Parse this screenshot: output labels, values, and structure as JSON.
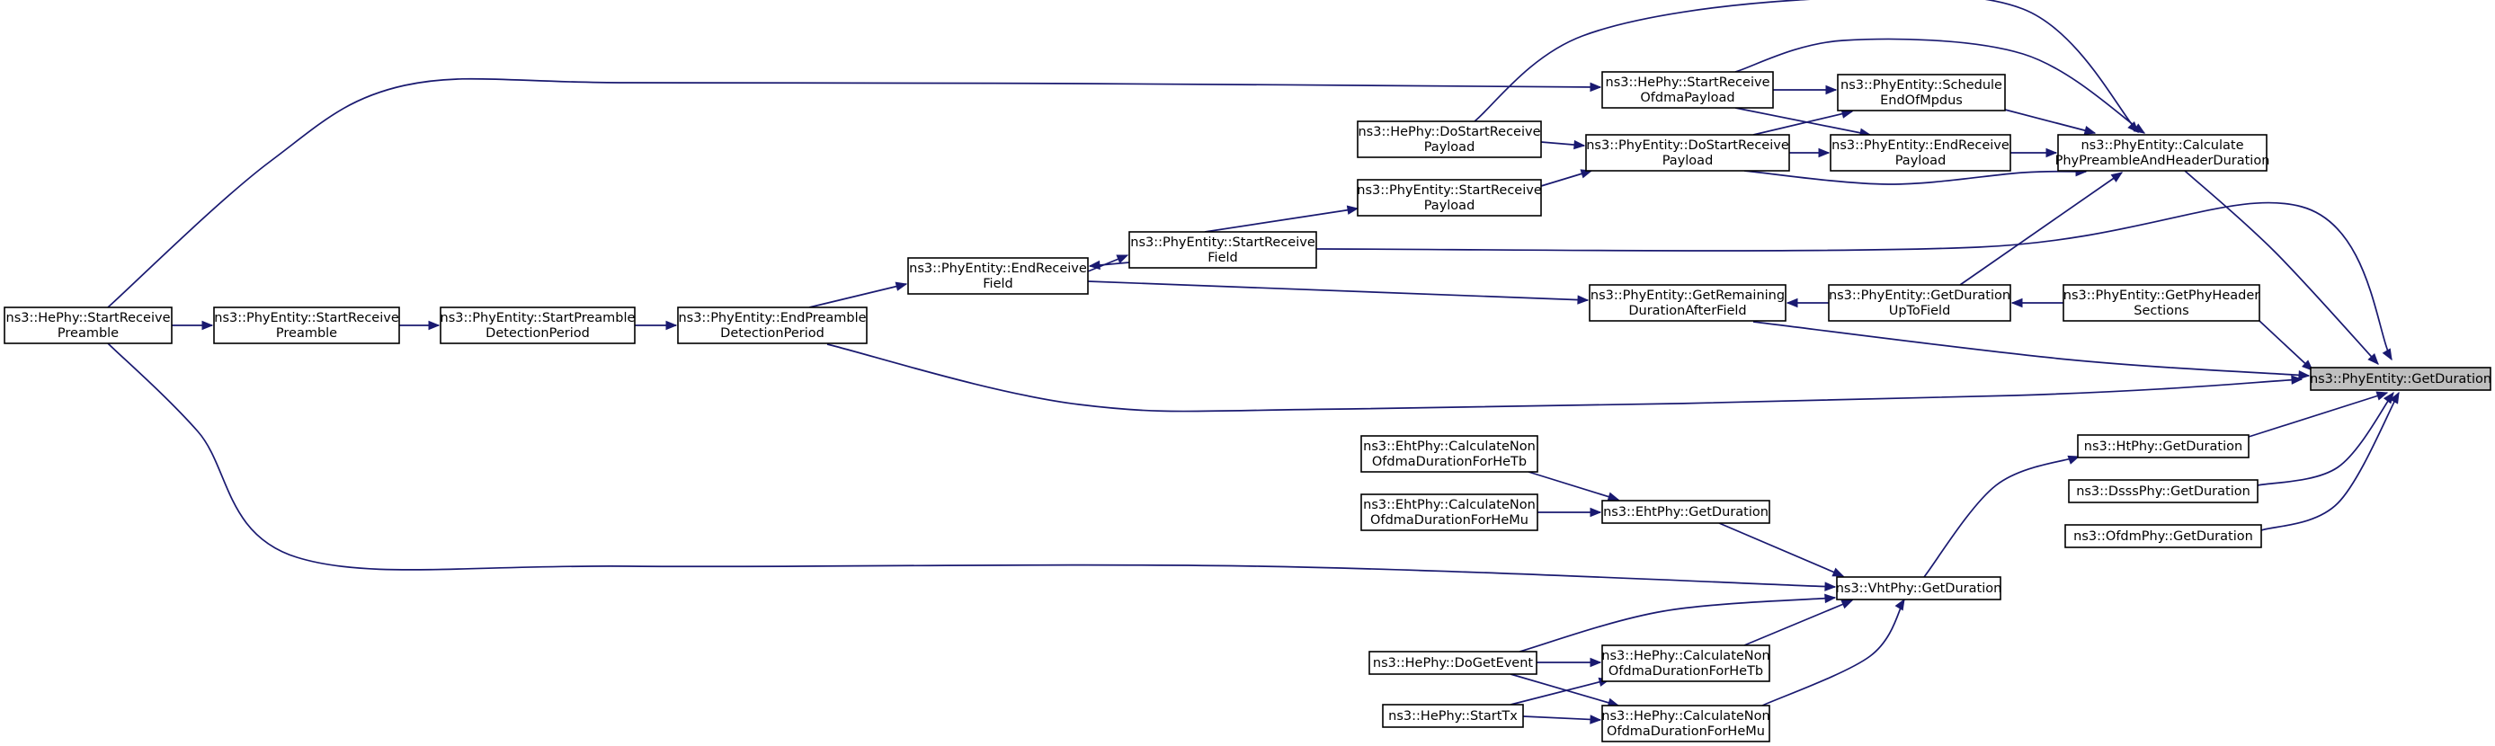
{
  "graph": {
    "edge_color": "#191970",
    "root_fill": "#bfbfbf",
    "nodes": [
      {
        "id": "get_duration",
        "lines": [
          "ns3::PhyEntity::GetDuration"
        ],
        "root": true
      },
      {
        "id": "calc_preamble",
        "lines": [
          "ns3::PhyEntity::Calculate",
          "PhyPreambleAndHeaderDuration"
        ]
      },
      {
        "id": "get_phy_header_sections",
        "lines": [
          "ns3::PhyEntity::GetPhyHeader",
          "Sections"
        ]
      },
      {
        "id": "get_remaining",
        "lines": [
          "ns3::PhyEntity::GetRemaining",
          "DurationAfterField"
        ]
      },
      {
        "id": "end_preamble_detection",
        "lines": [
          "ns3::PhyEntity::EndPreamble",
          "DetectionPeriod"
        ]
      },
      {
        "id": "ht_get_duration",
        "lines": [
          "ns3::HtPhy::GetDuration"
        ]
      },
      {
        "id": "dsss_get_duration",
        "lines": [
          "ns3::DsssPhy::GetDuration"
        ]
      },
      {
        "id": "ofdm_get_duration",
        "lines": [
          "ns3::OfdmPhy::GetDuration"
        ]
      },
      {
        "id": "schedule_end_of_mpdus",
        "lines": [
          "ns3::PhyEntity::Schedule",
          "EndOfMpdus"
        ]
      },
      {
        "id": "he_start_receive_ofdma",
        "lines": [
          "ns3::HePhy::StartReceive",
          "OfdmaPayload"
        ]
      },
      {
        "id": "end_receive_payload",
        "lines": [
          "ns3::PhyEntity::EndReceive",
          "Payload"
        ]
      },
      {
        "id": "do_start_receive_payload",
        "lines": [
          "ns3::PhyEntity::DoStartReceive",
          "Payload"
        ]
      },
      {
        "id": "he_do_start_receive_payload",
        "lines": [
          "ns3::HePhy::DoStartReceive",
          "Payload"
        ]
      },
      {
        "id": "get_duration_up_to_field",
        "lines": [
          "ns3::PhyEntity::GetDuration",
          "UpToField"
        ]
      },
      {
        "id": "start_receive_field",
        "lines": [
          "ns3::PhyEntity::StartReceive",
          "Field"
        ]
      },
      {
        "id": "end_receive_field",
        "lines": [
          "ns3::PhyEntity::EndReceive",
          "Field"
        ]
      },
      {
        "id": "start_receive_payload",
        "lines": [
          "ns3::PhyEntity::StartReceive",
          "Payload"
        ]
      },
      {
        "id": "start_preamble_detection",
        "lines": [
          "ns3::PhyEntity::StartPreamble",
          "DetectionPeriod"
        ]
      },
      {
        "id": "start_receive_preamble",
        "lines": [
          "ns3::PhyEntity::StartReceive",
          "Preamble"
        ]
      },
      {
        "id": "he_start_receive_preamble",
        "lines": [
          "ns3::HePhy::StartReceive",
          "Preamble"
        ]
      },
      {
        "id": "vht_get_duration",
        "lines": [
          "ns3::VhtPhy::GetDuration"
        ]
      },
      {
        "id": "eht_get_duration",
        "lines": [
          "ns3::EhtPhy::GetDuration"
        ]
      },
      {
        "id": "eht_calc_non_ofdma_hetb",
        "lines": [
          "ns3::EhtPhy::CalculateNon",
          "OfdmaDurationForHeTb"
        ]
      },
      {
        "id": "eht_calc_non_ofdma_hemu",
        "lines": [
          "ns3::EhtPhy::CalculateNon",
          "OfdmaDurationForHeMu"
        ]
      },
      {
        "id": "he_calc_non_ofdma_hetb",
        "lines": [
          "ns3::HePhy::CalculateNon",
          "OfdmaDurationForHeTb"
        ]
      },
      {
        "id": "he_calc_non_ofdma_hemu",
        "lines": [
          "ns3::HePhy::CalculateNon",
          "OfdmaDurationForHeMu"
        ]
      },
      {
        "id": "he_do_get_event",
        "lines": [
          "ns3::HePhy::DoGetEvent"
        ]
      },
      {
        "id": "he_start_tx",
        "lines": [
          "ns3::HePhy::StartTx"
        ]
      }
    ],
    "edges": [
      {
        "from": "calc_preamble",
        "to": "get_duration"
      },
      {
        "from": "get_phy_header_sections",
        "to": "get_duration"
      },
      {
        "from": "get_remaining",
        "to": "get_duration"
      },
      {
        "from": "end_preamble_detection",
        "to": "get_duration"
      },
      {
        "from": "ht_get_duration",
        "to": "get_duration"
      },
      {
        "from": "dsss_get_duration",
        "to": "get_duration"
      },
      {
        "from": "ofdm_get_duration",
        "to": "get_duration"
      },
      {
        "from": "start_receive_field",
        "to": "get_duration"
      },
      {
        "from": "schedule_end_of_mpdus",
        "to": "calc_preamble"
      },
      {
        "from": "he_start_receive_ofdma",
        "to": "calc_preamble"
      },
      {
        "from": "end_receive_payload",
        "to": "calc_preamble"
      },
      {
        "from": "do_start_receive_payload",
        "to": "calc_preamble"
      },
      {
        "from": "he_do_start_receive_payload",
        "to": "calc_preamble"
      },
      {
        "from": "get_duration_up_to_field",
        "to": "calc_preamble"
      },
      {
        "from": "he_start_receive_ofdma",
        "to": "schedule_end_of_mpdus"
      },
      {
        "from": "he_start_receive_ofdma",
        "to": "end_receive_payload"
      },
      {
        "from": "do_start_receive_payload",
        "to": "schedule_end_of_mpdus"
      },
      {
        "from": "do_start_receive_payload",
        "to": "end_receive_payload"
      },
      {
        "from": "he_do_start_receive_payload",
        "to": "do_start_receive_payload"
      },
      {
        "from": "start_receive_payload",
        "to": "do_start_receive_payload"
      },
      {
        "from": "start_receive_field",
        "to": "start_receive_payload"
      },
      {
        "from": "start_receive_field",
        "to": "end_receive_field"
      },
      {
        "from": "end_receive_field",
        "to": "start_receive_field"
      },
      {
        "from": "end_preamble_detection",
        "to": "end_receive_field"
      },
      {
        "from": "end_receive_field",
        "to": "get_remaining"
      },
      {
        "from": "get_duration_up_to_field",
        "to": "get_remaining"
      },
      {
        "from": "get_phy_header_sections",
        "to": "get_duration_up_to_field"
      },
      {
        "from": "start_preamble_detection",
        "to": "end_preamble_detection"
      },
      {
        "from": "start_receive_preamble",
        "to": "start_preamble_detection"
      },
      {
        "from": "he_start_receive_preamble",
        "to": "start_receive_preamble"
      },
      {
        "from": "he_start_receive_preamble",
        "to": "he_start_receive_ofdma"
      },
      {
        "from": "vht_get_duration",
        "to": "ht_get_duration"
      },
      {
        "from": "eht_get_duration",
        "to": "vht_get_duration"
      },
      {
        "from": "he_start_receive_preamble",
        "to": "vht_get_duration"
      },
      {
        "from": "he_do_get_event",
        "to": "vht_get_duration"
      },
      {
        "from": "he_calc_non_ofdma_hetb",
        "to": "vht_get_duration"
      },
      {
        "from": "he_calc_non_ofdma_hemu",
        "to": "vht_get_duration"
      },
      {
        "from": "eht_calc_non_ofdma_hetb",
        "to": "eht_get_duration"
      },
      {
        "from": "eht_calc_non_ofdma_hemu",
        "to": "eht_get_duration"
      },
      {
        "from": "he_do_get_event",
        "to": "he_calc_non_ofdma_hetb"
      },
      {
        "from": "he_do_get_event",
        "to": "he_calc_non_ofdma_hemu"
      },
      {
        "from": "he_start_tx",
        "to": "he_calc_non_ofdma_hetb"
      },
      {
        "from": "he_start_tx",
        "to": "he_calc_non_ofdma_hemu"
      }
    ]
  }
}
